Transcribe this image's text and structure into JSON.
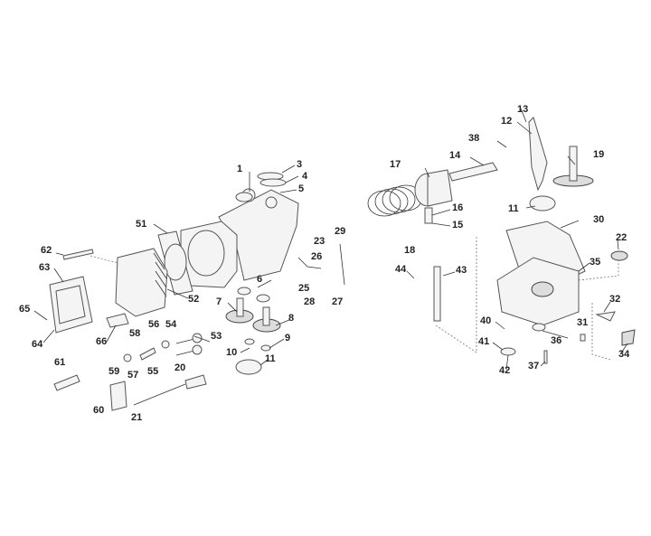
{
  "diagram": {
    "type": "exploded-parts-diagram",
    "labels": [
      "1",
      "3",
      "4",
      "5",
      "51",
      "62",
      "63",
      "52",
      "65",
      "64",
      "66",
      "7",
      "6",
      "8",
      "9",
      "10",
      "11",
      "58",
      "56",
      "54",
      "53",
      "59",
      "57",
      "55",
      "20",
      "61",
      "60",
      "21",
      "23",
      "26",
      "25",
      "28",
      "27",
      "29",
      "17",
      "14",
      "38",
      "13",
      "12",
      "19",
      "11",
      "16",
      "15",
      "18",
      "30",
      "22",
      "35",
      "44",
      "43",
      "32",
      "40",
      "31",
      "36",
      "41",
      "34",
      "37",
      "42"
    ]
  }
}
